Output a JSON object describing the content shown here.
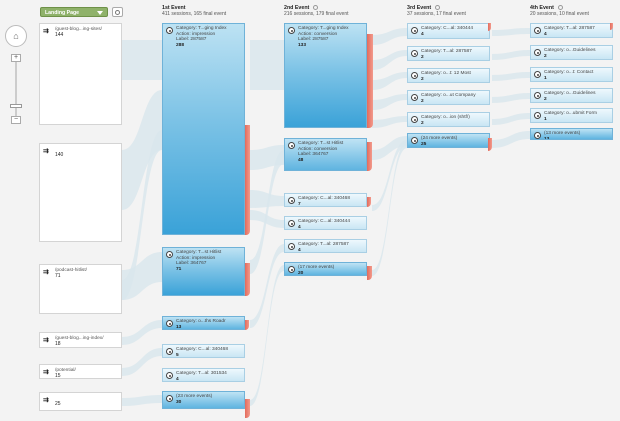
{
  "controls": {
    "landing_select": "Landing Page",
    "nav_icon": "home-icon",
    "zoom_in": "+",
    "zoom_out": "−"
  },
  "columns": [
    {
      "title": "1st Event",
      "stats": "411 sessions, 165 final event"
    },
    {
      "title": "2nd Event",
      "stats": "216 sessions, 179 final event"
    },
    {
      "title": "3rd Event",
      "stats": "37 sessions, 17 final event"
    },
    {
      "title": "4th Event",
      "stats": "20 sessions, 10 final event"
    }
  ],
  "landing_pages": [
    {
      "label": "/guest-blog...ing-sites/",
      "count": "144"
    },
    {
      "label": "",
      "count": "140"
    },
    {
      "label": "/podcast-hitlist/",
      "count": "71"
    },
    {
      "label": "/guest-blog...ing-index/",
      "count": "18"
    },
    {
      "label": "/potential/",
      "count": "15"
    },
    {
      "label": "",
      "count": "25"
    }
  ],
  "events1": [
    {
      "lines": [
        "Category: T...ging Index",
        "Action: impression",
        "Label: 287587"
      ],
      "count": "288"
    },
    {
      "lines": [
        "Category: T...st Hitlist",
        "Action: impression",
        "Label: 364767"
      ],
      "count": "71"
    },
    {
      "lines": [
        "Category: o...ths Roadr"
      ],
      "count": "13"
    },
    {
      "lines": [
        "Category: C...al: 340468"
      ],
      "count": "5"
    },
    {
      "lines": [
        "Category: T...al: 301534"
      ],
      "count": "4"
    },
    {
      "lines": [
        "(23 more events)"
      ],
      "count": "30"
    }
  ],
  "events2": [
    {
      "lines": [
        "Category: T...ging Index",
        "Action: conversion",
        "Label: 287587"
      ],
      "count": "133"
    },
    {
      "lines": [
        "Category: T...st Hitlist",
        "Action: conversion",
        "Label: 364767"
      ],
      "count": "48"
    },
    {
      "lines": [
        "Category: C...al: 340468"
      ],
      "count": "7"
    },
    {
      "lines": [
        "Category: C...al: 340444"
      ],
      "count": "4"
    },
    {
      "lines": [
        "Category: T...al: 287587"
      ],
      "count": "4"
    },
    {
      "lines": [
        "(17 more events)"
      ],
      "count": "20"
    }
  ],
  "events3": [
    {
      "lines": [
        "Category: C...al: 340444"
      ],
      "count": "4"
    },
    {
      "lines": [
        "Category: T...al: 287587"
      ],
      "count": "2"
    },
    {
      "lines": [
        "Category: o...t: 12 Most"
      ],
      "count": "2"
    },
    {
      "lines": [
        "Category: o...ut Company"
      ],
      "count": "2"
    },
    {
      "lines": [
        "Category: o...ion (shtf/)"
      ],
      "count": "2"
    },
    {
      "lines": [
        "(24 more events)"
      ],
      "count": "25"
    }
  ],
  "events4": [
    {
      "lines": [
        "Category: T...al: 287587"
      ],
      "count": "4"
    },
    {
      "lines": [
        "Category: o...Guidelines"
      ],
      "count": "2"
    },
    {
      "lines": [
        "Category: o...t: Contact"
      ],
      "count": "1"
    },
    {
      "lines": [
        "Category: o...Guidelines"
      ],
      "count": "2"
    },
    {
      "lines": [
        "Category: o...ubmit Form"
      ],
      "count": "1"
    },
    {
      "lines": [
        "(13 more events)"
      ],
      "count": "13"
    }
  ],
  "colors": {
    "node_blue": "#3aa2d8",
    "drop_red": "#e36b5c",
    "flow": "#d9e6ec",
    "select_green": "#8fb26a"
  }
}
